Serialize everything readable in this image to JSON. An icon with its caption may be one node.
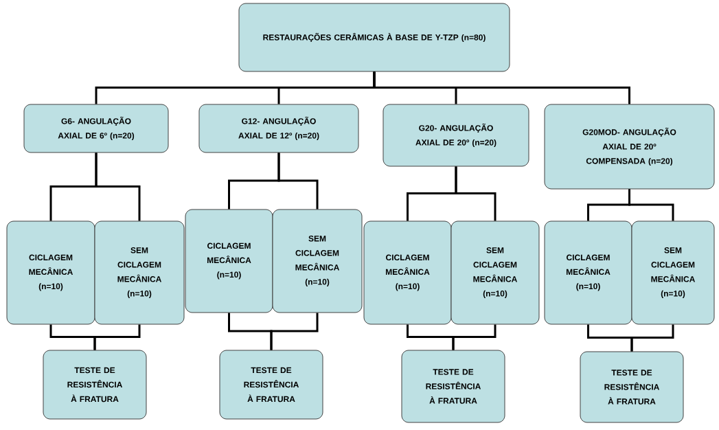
{
  "diagram": {
    "nodes": [
      {
        "text": [
          "RESTAURAÇÕES CERÂMICAS À BASE DE Y-TZP (n=80)"
        ]
      },
      {
        "text": [
          "G6- ANGULAÇÃO AXIAL DE 6º (n=20)"
        ]
      },
      {
        "text": [
          "G12- ANGULAÇÃO AXIAL DE 12º (n=20)"
        ]
      },
      {
        "text": [
          "G20- ANGULAÇÃO AXIAL DE 20º (n=20)"
        ]
      },
      {
        "text": [
          "G20MOD- ANGULAÇÃO AXIAL DE 20º COMPENSADA (n=20)"
        ]
      },
      {
        "text": [
          "CICLAGEM MECÂNICA (n=10)"
        ]
      },
      {
        "text": [
          "SEM CICLAGEM MECÂNICA (n=10)"
        ]
      },
      {
        "text": [
          "CICLAGEM MECÂNICA (n=10)"
        ]
      },
      {
        "text": [
          "SEM CICLAGEM MECÂNICA (n=10)"
        ]
      },
      {
        "text": [
          "CICLAGEM MECÂNICA (n=10)"
        ]
      },
      {
        "text": [
          "SEM CICLAGEM MECÂNICA (n=10)"
        ]
      },
      {
        "text": [
          "CICLAGEM MECÂNICA (n=10)"
        ]
      },
      {
        "text": [
          "SEM CICLAGEM MECÂNICA (n=10)"
        ]
      },
      {
        "text": [
          "TESTE DE RESISTÊNCIA À FRATURA"
        ]
      },
      {
        "text": [
          "TESTE DE RESISTÊNCIA À FRATURA"
        ]
      },
      {
        "text": [
          "TESTE DE RESISTÊNCIA À FRATURA"
        ]
      },
      {
        "text": [
          "TESTE DE RESISTÊNCIA À FRATURA"
        ]
      }
    ],
    "edges": [
      {
        "from": 0,
        "to": 1,
        "arrow": "none"
      },
      {
        "from": 0,
        "to": 2,
        "arrow": "none"
      },
      {
        "from": 0,
        "to": 3,
        "arrow": "none"
      },
      {
        "from": 0,
        "to": 4,
        "arrow": "none"
      },
      {
        "from": 1,
        "to": 5,
        "arrow": "none"
      },
      {
        "from": 1,
        "to": 6,
        "arrow": "none"
      },
      {
        "from": 2,
        "to": 7,
        "arrow": "none"
      },
      {
        "from": 2,
        "to": 8,
        "arrow": "none"
      },
      {
        "from": 3,
        "to": 9,
        "arrow": "none"
      },
      {
        "from": 3,
        "to": 10,
        "arrow": "none"
      },
      {
        "from": 4,
        "to": 11,
        "arrow": "none"
      },
      {
        "from": 4,
        "to": 12,
        "arrow": "none"
      },
      {
        "from": 5,
        "to": 13,
        "arrow": "none"
      },
      {
        "from": 6,
        "to": 13,
        "arrow": "none"
      },
      {
        "from": 7,
        "to": 14,
        "arrow": "none"
      },
      {
        "from": 8,
        "to": 14,
        "arrow": "none"
      },
      {
        "from": 9,
        "to": 15,
        "arrow": "none"
      },
      {
        "from": 10,
        "to": 15,
        "arrow": "none"
      },
      {
        "from": 11,
        "to": 16,
        "arrow": "none"
      },
      {
        "from": 12,
        "to": 16,
        "arrow": "none"
      }
    ]
  }
}
